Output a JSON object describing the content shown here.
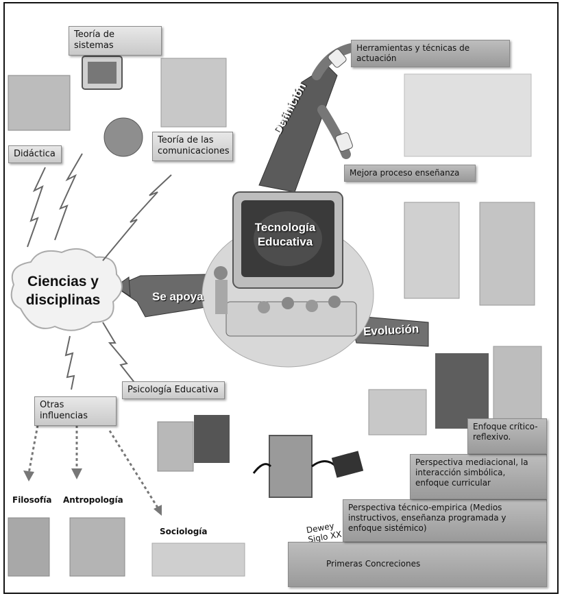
{
  "center": {
    "line1": "Tecnología",
    "line2": "Educativa"
  },
  "cloud": {
    "line1": "Ciencias y",
    "line2": "disciplinas"
  },
  "branches": {
    "definicion": "Definición",
    "se_apoya": "Se apoya",
    "evolucion": "Evolución"
  },
  "topics": {
    "teoria_sistemas": "Teoría de sistemas",
    "didactica": "Didáctica",
    "teoria_comunicaciones_1": "Teoría de las",
    "teoria_comunicaciones_2": "comunicaciones",
    "psicologia": "Psicología Educativa",
    "otras_influencias": "Otras influencias"
  },
  "definition_items": {
    "herramientas": "Herramientas y técnicas de actuación",
    "mejora": "Mejora proceso enseñanza"
  },
  "influences": {
    "filosofia": "Filosofía",
    "antropologia": "Antropología",
    "sociologia": "Sociología"
  },
  "dewey": {
    "name": "Dewey",
    "century": "Siglo XX"
  },
  "evolution_steps": {
    "primeras": "Primeras Concreciones",
    "tecnico": "Perspectiva técnico-empirica (Medios instructivos, enseñanza programada y enfoque sistémico)",
    "mediacional": "Perspectiva mediacional, la interacción simbólica, enfoque curricular",
    "critico": "Enfoque crítico-reflexivo."
  }
}
